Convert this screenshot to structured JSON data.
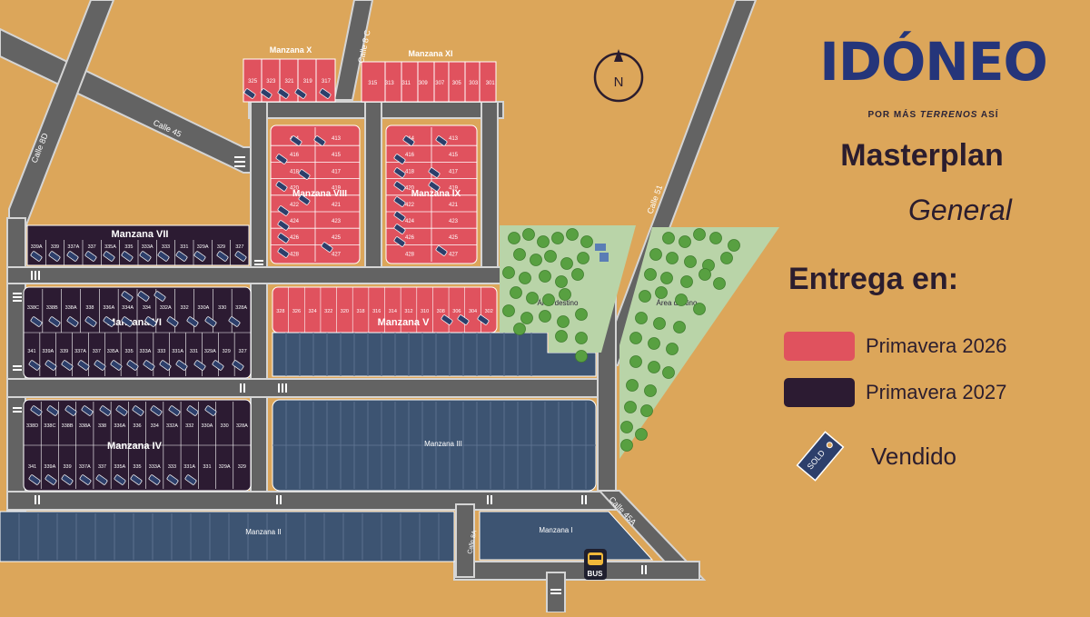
{
  "brand": {
    "logo_text": "IDÓNEO",
    "tagline_prefix": "POR MÁS ",
    "tagline_emph": "TERRENOS",
    "tagline_suffix": " ASÍ"
  },
  "header": {
    "title": "Masterplan",
    "subtitle": "General"
  },
  "legend": {
    "heading": "Entrega en:",
    "items": [
      {
        "label": "Primavera 2026",
        "color": "#e0525e"
      },
      {
        "label": "Primavera 2027",
        "color": "#2c1b32"
      }
    ],
    "sold_label": "Vendido",
    "sold_badge_text": "SOLD",
    "sold_badge_color": "#2d3f6b"
  },
  "compass": {
    "letter": "N"
  },
  "colors": {
    "background": "#dca65a",
    "road": "#636363",
    "road_border": "#d9d9d9",
    "block_2026": "#e0525e",
    "block_2027": "#2c1b32",
    "block_blue": "#3d5472",
    "park": "#b9d4a8",
    "tree": "#58a041"
  },
  "streets": {
    "calle_8c": "Calle 8 C",
    "calle_45": "Calle 45",
    "calle_8d": "Calle 8D",
    "calle_51": "Calle 51",
    "calle_45a": "Calle 45A",
    "calle_8a": "Calle 8A"
  },
  "blocks": {
    "manzana_x": {
      "label": "Manzana X",
      "lots": [
        "325",
        "323",
        "321",
        "319",
        "317"
      ]
    },
    "manzana_xi": {
      "label": "Manzana XI",
      "lots": [
        "315",
        "313",
        "311",
        "309",
        "307",
        "305",
        "303",
        "301"
      ]
    },
    "manzana_viii": {
      "label": "Manzana VIII",
      "lots_left": [
        "414",
        "416",
        "418",
        "420",
        "422",
        "424",
        "426",
        "428"
      ],
      "lots_right": [
        "413",
        "415",
        "417",
        "419",
        "421",
        "423",
        "425",
        "427"
      ]
    },
    "manzana_ix": {
      "label": "Manzana IX",
      "lots_left": [
        "414",
        "416",
        "418",
        "420",
        "422",
        "424",
        "426",
        "428"
      ],
      "lots_right": [
        "413",
        "415",
        "417",
        "419",
        "421",
        "423",
        "425",
        "427"
      ]
    },
    "manzana_vii": {
      "label": "Manzana VII",
      "lots": [
        "339A",
        "339",
        "337A",
        "337",
        "335A",
        "335",
        "333A",
        "333",
        "331",
        "329A",
        "329",
        "327"
      ]
    },
    "manzana_vi": {
      "label": "Manzana VI",
      "lots_top": [
        "338C",
        "338B",
        "338A",
        "338",
        "336A",
        "334A",
        "334",
        "332A",
        "332",
        "330A",
        "330",
        "328A"
      ],
      "lots_bottom": [
        "341",
        "339A",
        "339",
        "337A",
        "337",
        "335A",
        "335",
        "333A",
        "333",
        "331A",
        "331",
        "329A",
        "329",
        "327"
      ]
    },
    "manzana_v": {
      "label": "Manzana V",
      "lots": [
        "328",
        "326",
        "324",
        "322",
        "320",
        "318",
        "316",
        "314",
        "312",
        "310",
        "308",
        "306",
        "304",
        "302"
      ]
    },
    "manzana_iv": {
      "label": "Manzana IV",
      "lots_top": [
        "338D",
        "338C",
        "338B",
        "338A",
        "338",
        "336A",
        "336",
        "334",
        "332A",
        "332",
        "330A",
        "330",
        "328A"
      ],
      "lots_bottom": [
        "341",
        "339A",
        "339",
        "337A",
        "337",
        "335A",
        "335",
        "333A",
        "333",
        "331A",
        "331",
        "329A",
        "329"
      ]
    },
    "manzana_iii": {
      "label": "Manzana III"
    },
    "manzana_ii": {
      "label": "Manzana II"
    },
    "manzana_i": {
      "label": "Manzana I"
    }
  },
  "parks": {
    "area_left": "Área destino",
    "area_right": "Área destino"
  },
  "bus": {
    "label": "BUS"
  }
}
